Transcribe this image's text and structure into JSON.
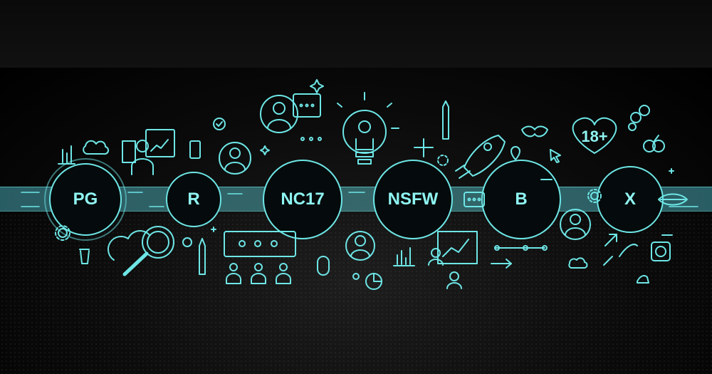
{
  "ratings": [
    {
      "label": "PG"
    },
    {
      "label": "R"
    },
    {
      "label": "NC17"
    },
    {
      "label": "NSFW"
    },
    {
      "label": "B"
    },
    {
      "label": "X"
    }
  ],
  "badge": {
    "label": "18+"
  },
  "colors": {
    "line": "#6ee6e6",
    "label": "#8ff5f2",
    "band": "#4fa5ab",
    "background": "#000000"
  }
}
